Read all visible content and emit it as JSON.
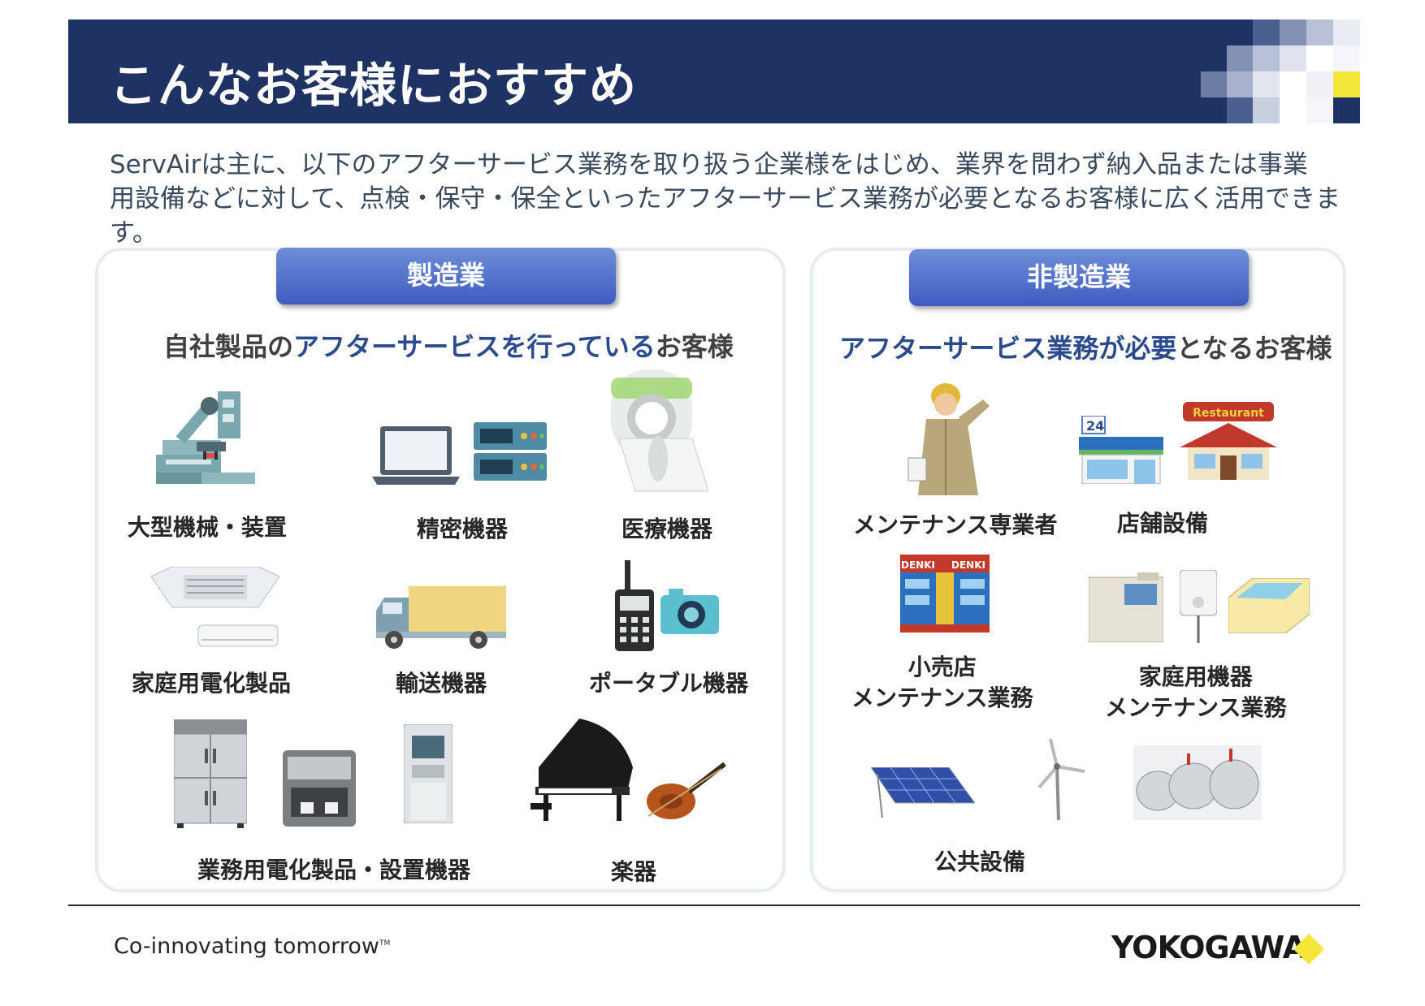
{
  "header": {
    "title": "こんなお客様におすすめ"
  },
  "intro": {
    "line1": "ServAirは主に、以下のアフターサービス業務を取り扱う企業様をはじめ、業界を問わず納入品または事業",
    "line2": "用設備などに対して、点検・保守・保全といったアフターサービス業務が必要となるお客様に広く活用できます。"
  },
  "manufacturing": {
    "category": "製造業",
    "subtitle": {
      "part1": "自社製品の",
      "part2": "アフターサービスを行っている",
      "part3": "お客様"
    },
    "items": [
      "大型機械・装置",
      "精密機器",
      "医療機器",
      "家庭用電化製品",
      "輸送機器",
      "ポータブル機器",
      "業務用電化製品・設置機器",
      "楽器"
    ]
  },
  "non_manufacturing": {
    "category": "非製造業",
    "subtitle": {
      "part1": "アフターサービス業務が",
      "part2": "必要",
      "part3": "となるお客様"
    },
    "items": {
      "maintenance": "メンテナンス専業者",
      "store": "店舗設備",
      "retail_1": "小売店",
      "retail_2": "メンテナンス業務",
      "home_1": "家庭用機器",
      "home_2": "メンテナンス業務",
      "public": "公共設備"
    },
    "icon_texts": {
      "restaurant_sign": "Restaurant",
      "store_24": "24",
      "denki": "DENKI"
    }
  },
  "footer": {
    "tagline": "Co-innovating tomorrow",
    "tm": "TM",
    "brand": "YOKOGAWA"
  },
  "colors": {
    "header_bg": "#1f3264",
    "accent_yellow": "#f5e63a",
    "category_blue": "#4a68c8"
  }
}
